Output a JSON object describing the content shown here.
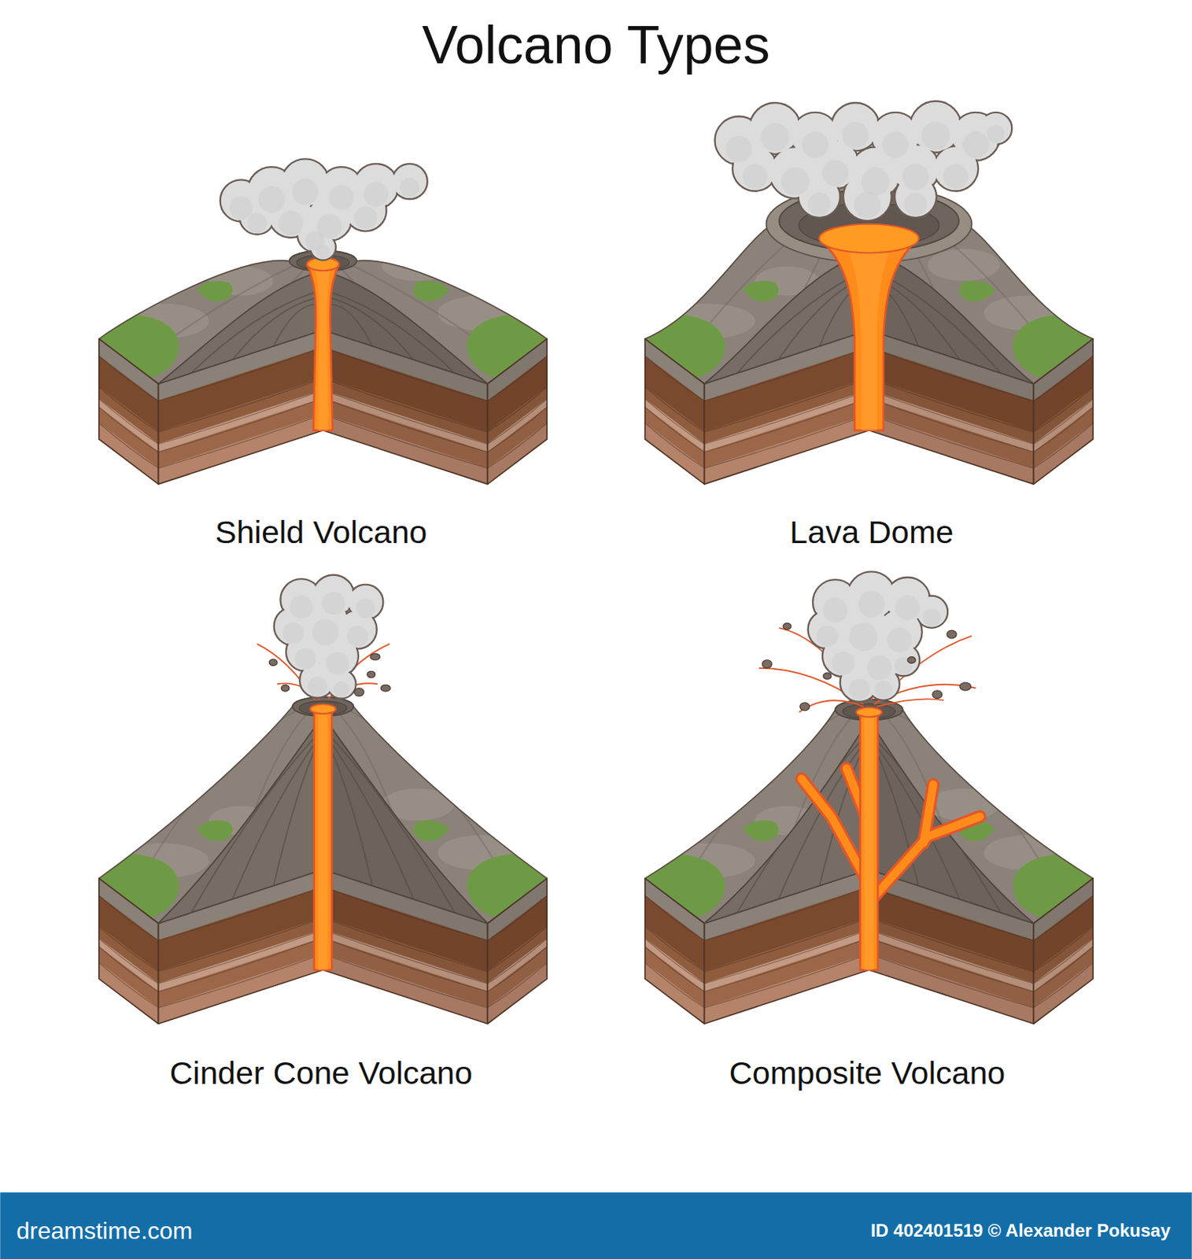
{
  "diagram": {
    "title": "Volcano Types",
    "labels": [
      "Shield Volcano",
      "Lava Dome",
      "Cinder Cone Volcano",
      "Composite Volcano",
      "dreamstime.com",
      "ID 402401519 © Alexander Pokusay"
    ]
  }
}
